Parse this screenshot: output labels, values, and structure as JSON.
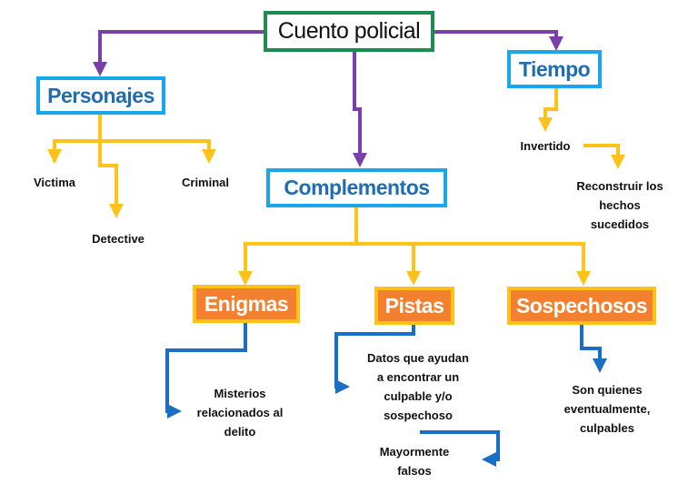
{
  "colors": {
    "root_border": "#1e8c4e",
    "level1_border": "#1aa6ea",
    "level1_text": "#1f6db3",
    "level2_fill": "#f2802f",
    "level2_border": "#ffc21a",
    "purple": "#7a3fa8",
    "yellow": "#ffc21a",
    "blue_line": "#1a6fc4"
  },
  "root": "Cuento policial",
  "level1": {
    "personajes": "Personajes",
    "tiempo": "Tiempo",
    "complementos": "Complementos"
  },
  "personajes_children": {
    "victima": "Victima",
    "criminal": "Criminal",
    "detective": "Detective"
  },
  "tiempo_children": {
    "invertido": "Invertido",
    "reconstruir": [
      "Reconstruir los",
      "hechos",
      "sucedidos"
    ]
  },
  "complementos_children": {
    "enigmas": "Enigmas",
    "pistas": "Pistas",
    "sospechosos": "Sospechosos"
  },
  "details": {
    "enigmas": [
      "Misterios",
      "relacionados al",
      "delito"
    ],
    "pistas": [
      "Datos que ayudan",
      "a encontrar un",
      "culpable y/o",
      "sospechoso"
    ],
    "pistas_extra": [
      "Mayormente",
      "falsos"
    ],
    "sospechosos": [
      "Son quienes",
      "eventualmente,",
      "culpables"
    ]
  }
}
